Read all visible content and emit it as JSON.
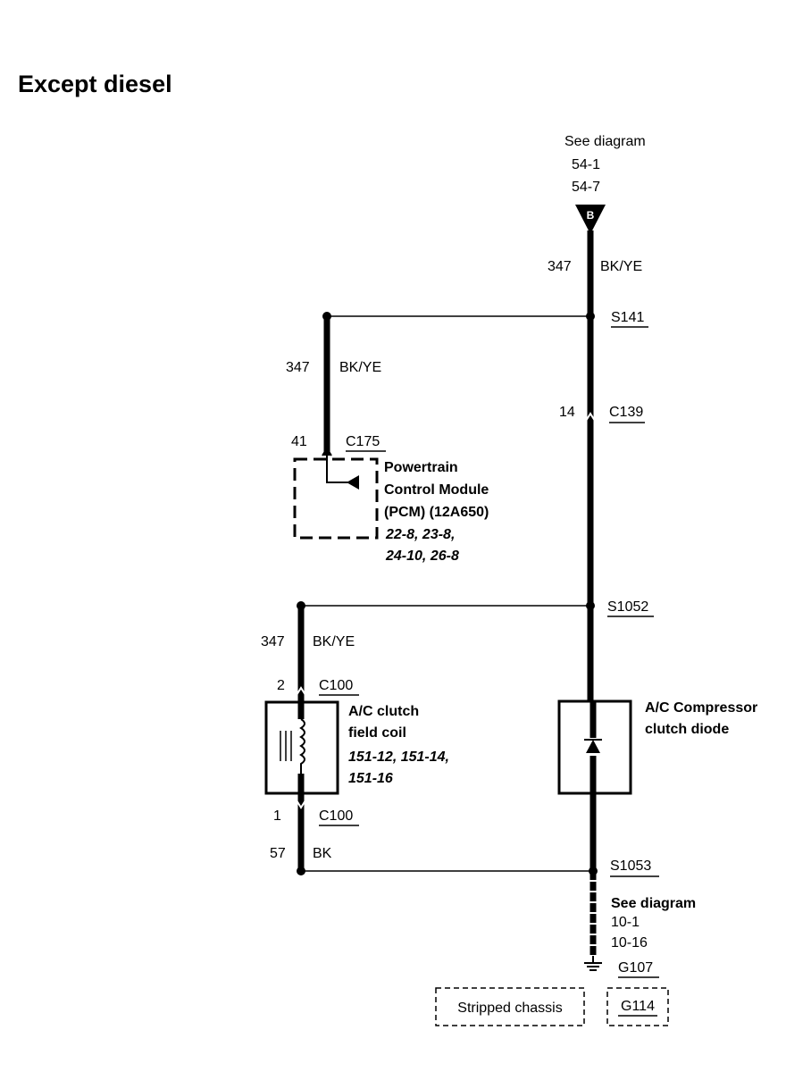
{
  "title": "Except diesel",
  "ref_b": {
    "label1": "See diagram",
    "label2": "54-1",
    "label3": "54-7",
    "connector": "B"
  },
  "wires": {
    "main_top_num": "347",
    "main_top_color": "BK/YE",
    "pcm_num": "347",
    "pcm_color": "BK/YE",
    "clutch_num": "347",
    "clutch_color": "BK/YE",
    "ground_num": "57",
    "ground_color": "BK"
  },
  "splices": {
    "s141": "S141",
    "s1052": "S1052",
    "s1053": "S1053"
  },
  "connectors": {
    "c139_pin": "14",
    "c139": "C139",
    "c175_pin": "41",
    "c175": "C175",
    "c100_top_pin": "2",
    "c100_top": "C100",
    "c100_bottom_pin": "1",
    "c100_bottom": "C100"
  },
  "pcm": {
    "line1": "Powertrain",
    "line2": "Control Module",
    "line3": "(PCM) (12A650)",
    "refs1": "22-8, 23-8,",
    "refs2": "24-10, 26-8"
  },
  "clutch_coil": {
    "line1": "A/C clutch",
    "line2": "field coil",
    "refs1": "151-12, 151-14,",
    "refs2": "151-16"
  },
  "diode": {
    "line1": "A/C Compressor",
    "line2": "clutch diode"
  },
  "ground_ref": {
    "label1": "See diagram",
    "label2": "10-1",
    "label3": "10-16",
    "g107": "G107",
    "stripped": "Stripped chassis",
    "g114": "G114"
  }
}
